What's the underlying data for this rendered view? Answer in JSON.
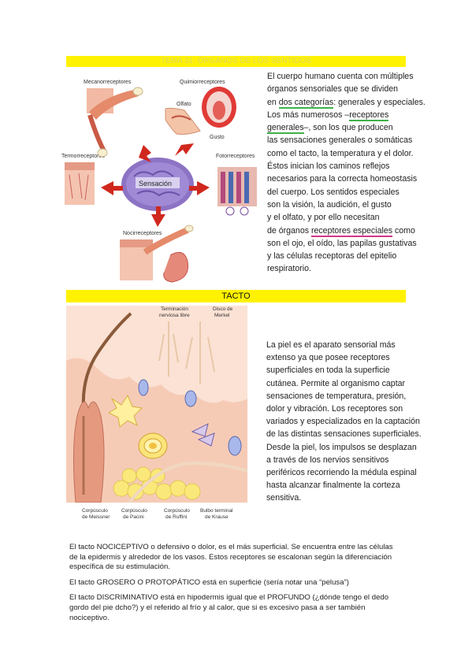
{
  "banners": {
    "topic": "TEMA 31: ÓRGANOS DE LOS SENTIDOS",
    "touch": "TACTO"
  },
  "diagram1": {
    "labels": {
      "mechano": "Mecanorreceptores",
      "chemo": "Quimiorreceptores",
      "smell": "Olfato",
      "taste": "Gusto",
      "thermo": "Termorreceptores",
      "photo": "Fotorreceptores",
      "sensation": "Sensación",
      "noci": "Nocirreceptores"
    }
  },
  "intro": {
    "l1": "El cuerpo humano cuenta con múltiples",
    "l2": "órganos sensoriales que se dividen",
    "l3a": "en ",
    "l3b": "dos categorías",
    "l3c": ": generales y especiales.",
    "l4a": "Los más numerosos –",
    "l4b": "receptores",
    "l5a": "generales",
    "l5b": "–, son los que producen",
    "l6": "las sensaciones generales o somáticas",
    "l7": "como el tacto, la temperatura y el dolor.",
    "l8": "Éstos inician los caminos reflejos",
    "l9": "necesarios para la correcta homeostasis",
    "l10": "del cuerpo. Los sentidos especiales",
    "l11": "son la visión, la audición, el gusto",
    "l12": "y el olfato, y por ello necesitan",
    "l13a": "de órganos ",
    "l13b": "receptores especiales",
    "l13c": " como",
    "l14": "son el ojo, el oído, las papilas gustativas",
    "l15": "y las células receptoras del epitelio",
    "l16": "respiratorio."
  },
  "diagram2": {
    "labels": {
      "free_nerve_1": "Terminación",
      "free_nerve_2": "nerviosa libre",
      "merkel_1": "Disco de",
      "merkel_2": "Merkel",
      "meissner_1": "Corpúsculo",
      "meissner_2": "de Meissner",
      "pacini_1": "Corpúsculo",
      "pacini_2": "de Pacini",
      "ruffini_1": "Corpúsculo",
      "ruffini_2": "de Ruffini",
      "krause_1": "Bulbo terminal",
      "krause_2": "de Krause"
    }
  },
  "skin": {
    "lines": [
      "La piel es el aparato sensorial más",
      "extenso ya que posee receptores",
      "superficiales en toda la superficie",
      "cutánea. Permite al organismo captar",
      "sensaciones de temperatura, presión,",
      "dolor y vibración. Los receptores son",
      "variados y especializados en la captación",
      "de las distintas sensaciones superficiales.",
      "Desde la piel, los impulsos se desplazan",
      "a través de los nervios sensitivos",
      "periféricos recorriendo la médula espinal",
      "hasta alcanzar finalmente la corteza",
      "sensitiva."
    ]
  },
  "footer": {
    "p1": "El tacto NOCICEPTIVO o defensivo o dolor, es el más superficial. Se encuentra entre las células de la epidermis y alrededor de los vasos. Estos receptores se escalonan según la diferenciación específica de su estimulación.",
    "p2": "El tacto GROSERO O PROTOPÁTICO está en superficie (sería notar una “pelusa”)",
    "p3": "El tacto DISCRIMINATIVO está en hipodermis igual que el PROFUNDO (¿dónde tengo el dedo gordo del pie dcho?) y el referido al frío y al calor, que si es excesivo pasa a ser también nociceptivo."
  }
}
